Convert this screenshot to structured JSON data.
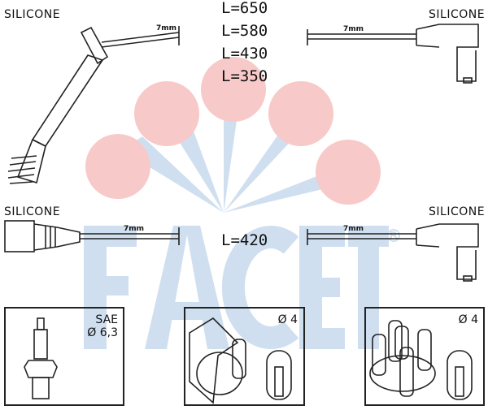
{
  "watermark": {
    "brand": "FACET",
    "registered": "®",
    "pink": "#f8c9c9",
    "blue": "#cfdff0"
  },
  "cables": {
    "top_left": {
      "material": "SILICONE",
      "terminal": "7mm"
    },
    "top_right": {
      "material": "SILICONE",
      "terminal": "7mm"
    },
    "bottom_left": {
      "material": "SILICONE",
      "terminal": "7mm"
    },
    "bottom_right": {
      "material": "SILICONE",
      "terminal": "7mm"
    }
  },
  "lengths_top": [
    "L=650",
    "L=580",
    "L=430",
    "L=350"
  ],
  "length_bottom": "L=420",
  "connectors": {
    "spark_plug": {
      "line1": "SAE",
      "line2": "Ø 6,3"
    },
    "coil": {
      "spec": "Ø 4"
    },
    "distributor": {
      "spec": "Ø 4"
    }
  }
}
